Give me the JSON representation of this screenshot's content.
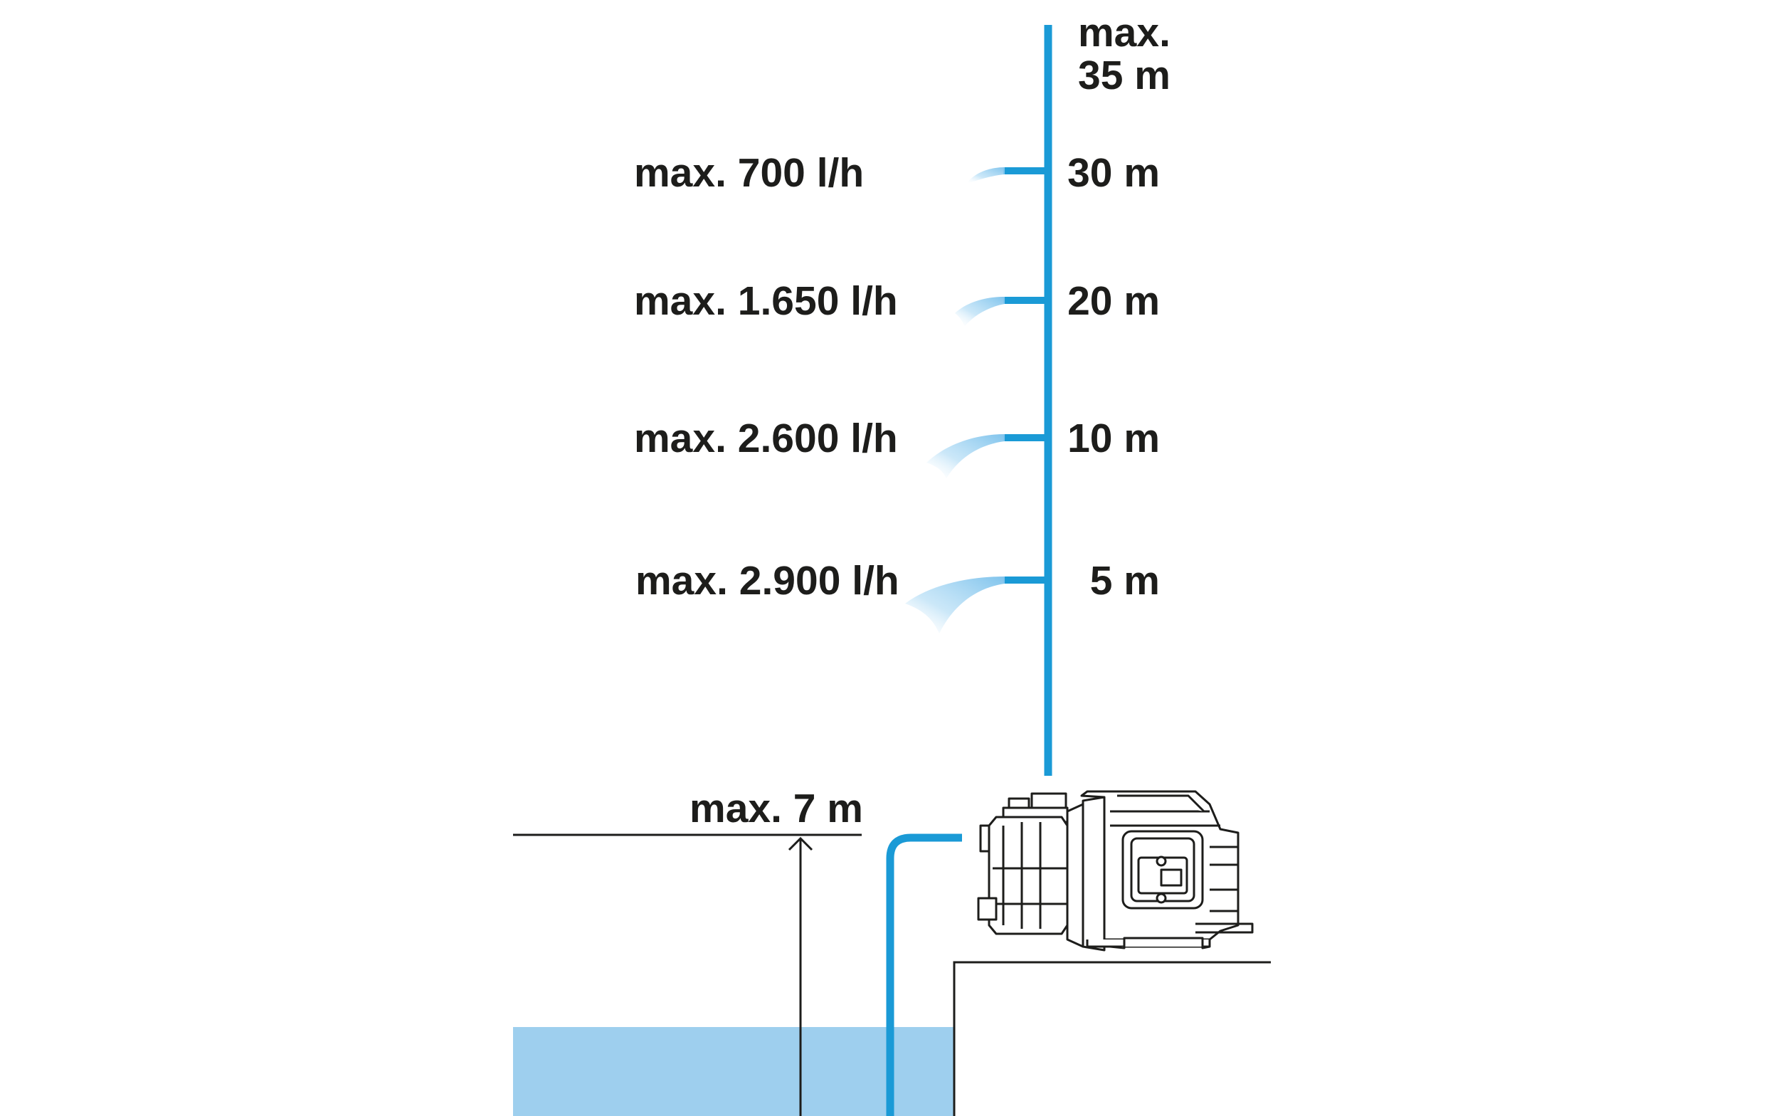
{
  "diagram": {
    "max_height_label_line1": "max.",
    "max_height_label_line2": "35 m",
    "suction_label": "max. 7 m",
    "levels": [
      {
        "flow": "max. 700 l/h",
        "height": "30 m"
      },
      {
        "flow": "max. 1.650 l/h",
        "height": "20 m"
      },
      {
        "flow": "max. 2.600 l/h",
        "height": "10 m"
      },
      {
        "flow": "max. 2.900 l/h",
        "height": "5 m"
      }
    ]
  },
  "colors": {
    "pipe": "#1a9ad6",
    "water": "#9ecfee",
    "spray": "#7fc3ec",
    "ink": "#1d1d1b"
  }
}
